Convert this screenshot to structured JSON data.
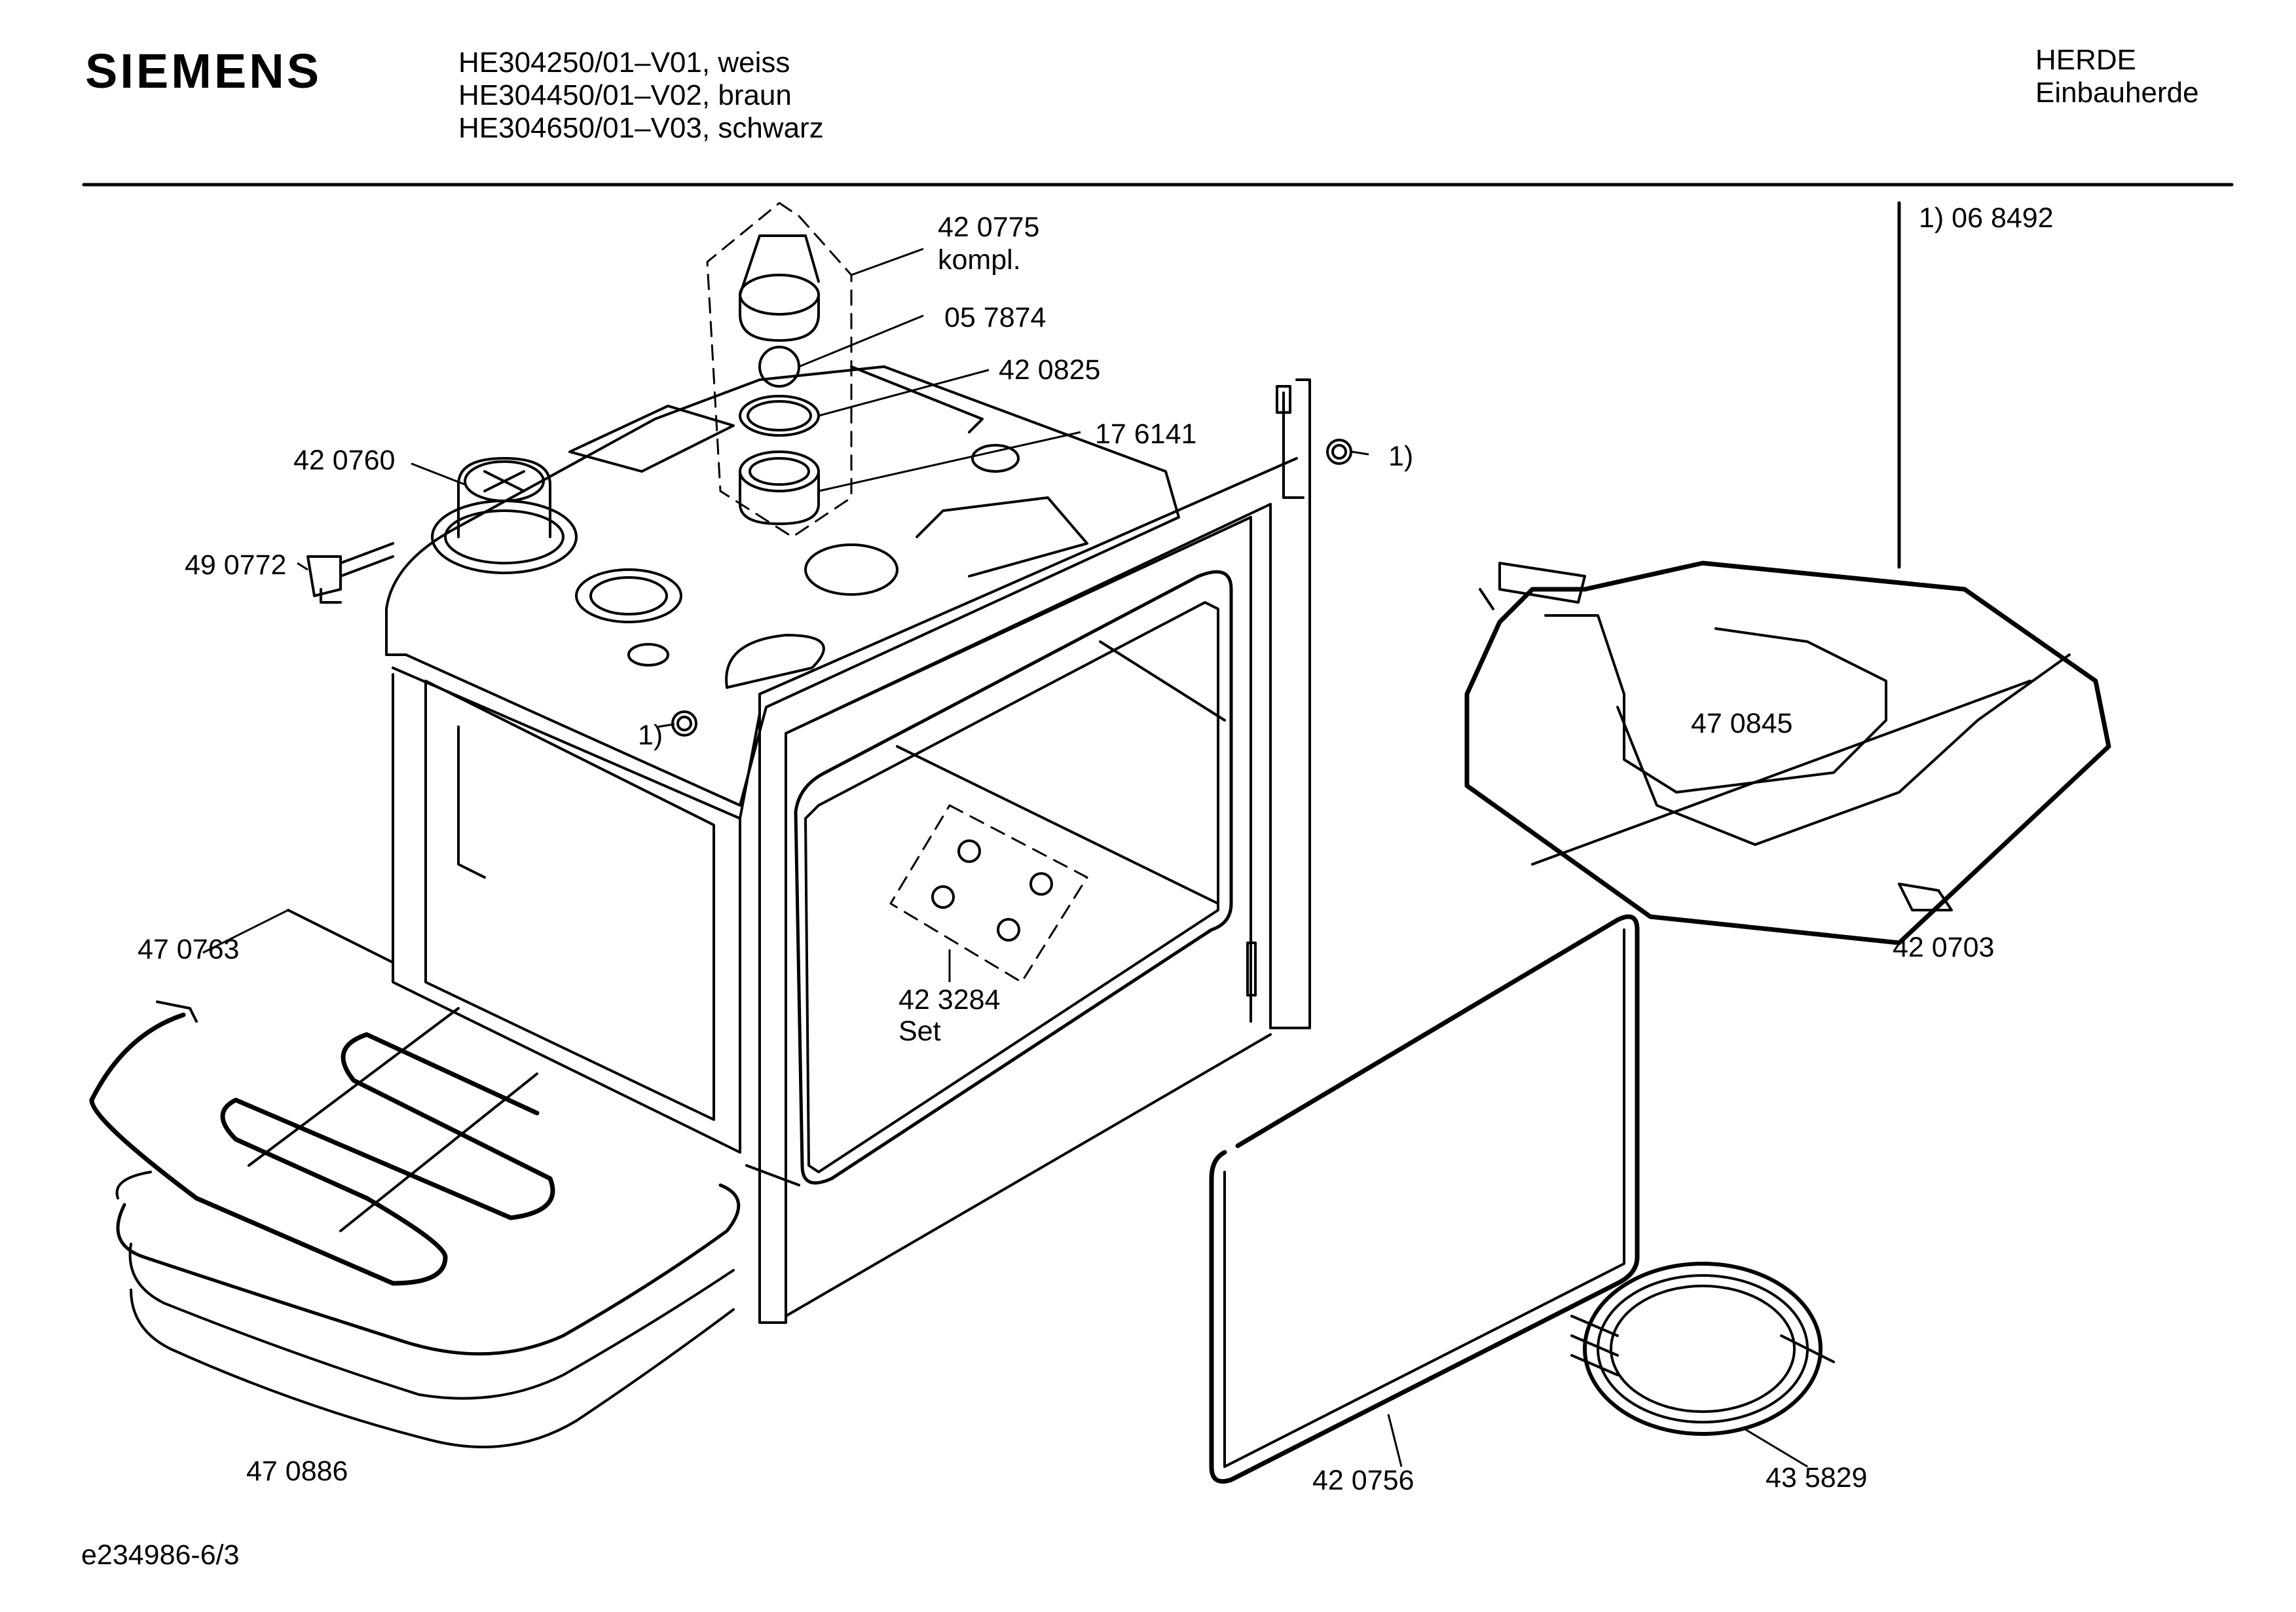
{
  "header": {
    "brand": "SIEMENS",
    "models": [
      "HE304250/01–V01, weiss",
      "HE304450/01–V02, braun",
      "HE304650/01–V03, schwarz"
    ],
    "category": "HERDE",
    "subcategory": "Einbauherde"
  },
  "footnote": "1) 06 8492",
  "parts": [
    {
      "id": "p420775",
      "number": "42 0775",
      "note": "kompl."
    },
    {
      "id": "p057874",
      "number": "05 7874"
    },
    {
      "id": "p420825",
      "number": "42 0825"
    },
    {
      "id": "p176141",
      "number": "17 6141"
    },
    {
      "id": "p420760",
      "number": "42 0760"
    },
    {
      "id": "p490772",
      "number": "49 0772"
    },
    {
      "id": "p470845",
      "number": "47 0845"
    },
    {
      "id": "p420703",
      "number": "42 0703"
    },
    {
      "id": "p470763",
      "number": "47 0763"
    },
    {
      "id": "p423284",
      "number": "42 3284",
      "note": "Set"
    },
    {
      "id": "p470886",
      "number": "47 0886"
    },
    {
      "id": "p420756",
      "number": "42 0756"
    },
    {
      "id": "p435829",
      "number": "43 5829"
    }
  ],
  "ref_marks": [
    "1)",
    "1)"
  ],
  "drawing_id": "e234986-6/3"
}
